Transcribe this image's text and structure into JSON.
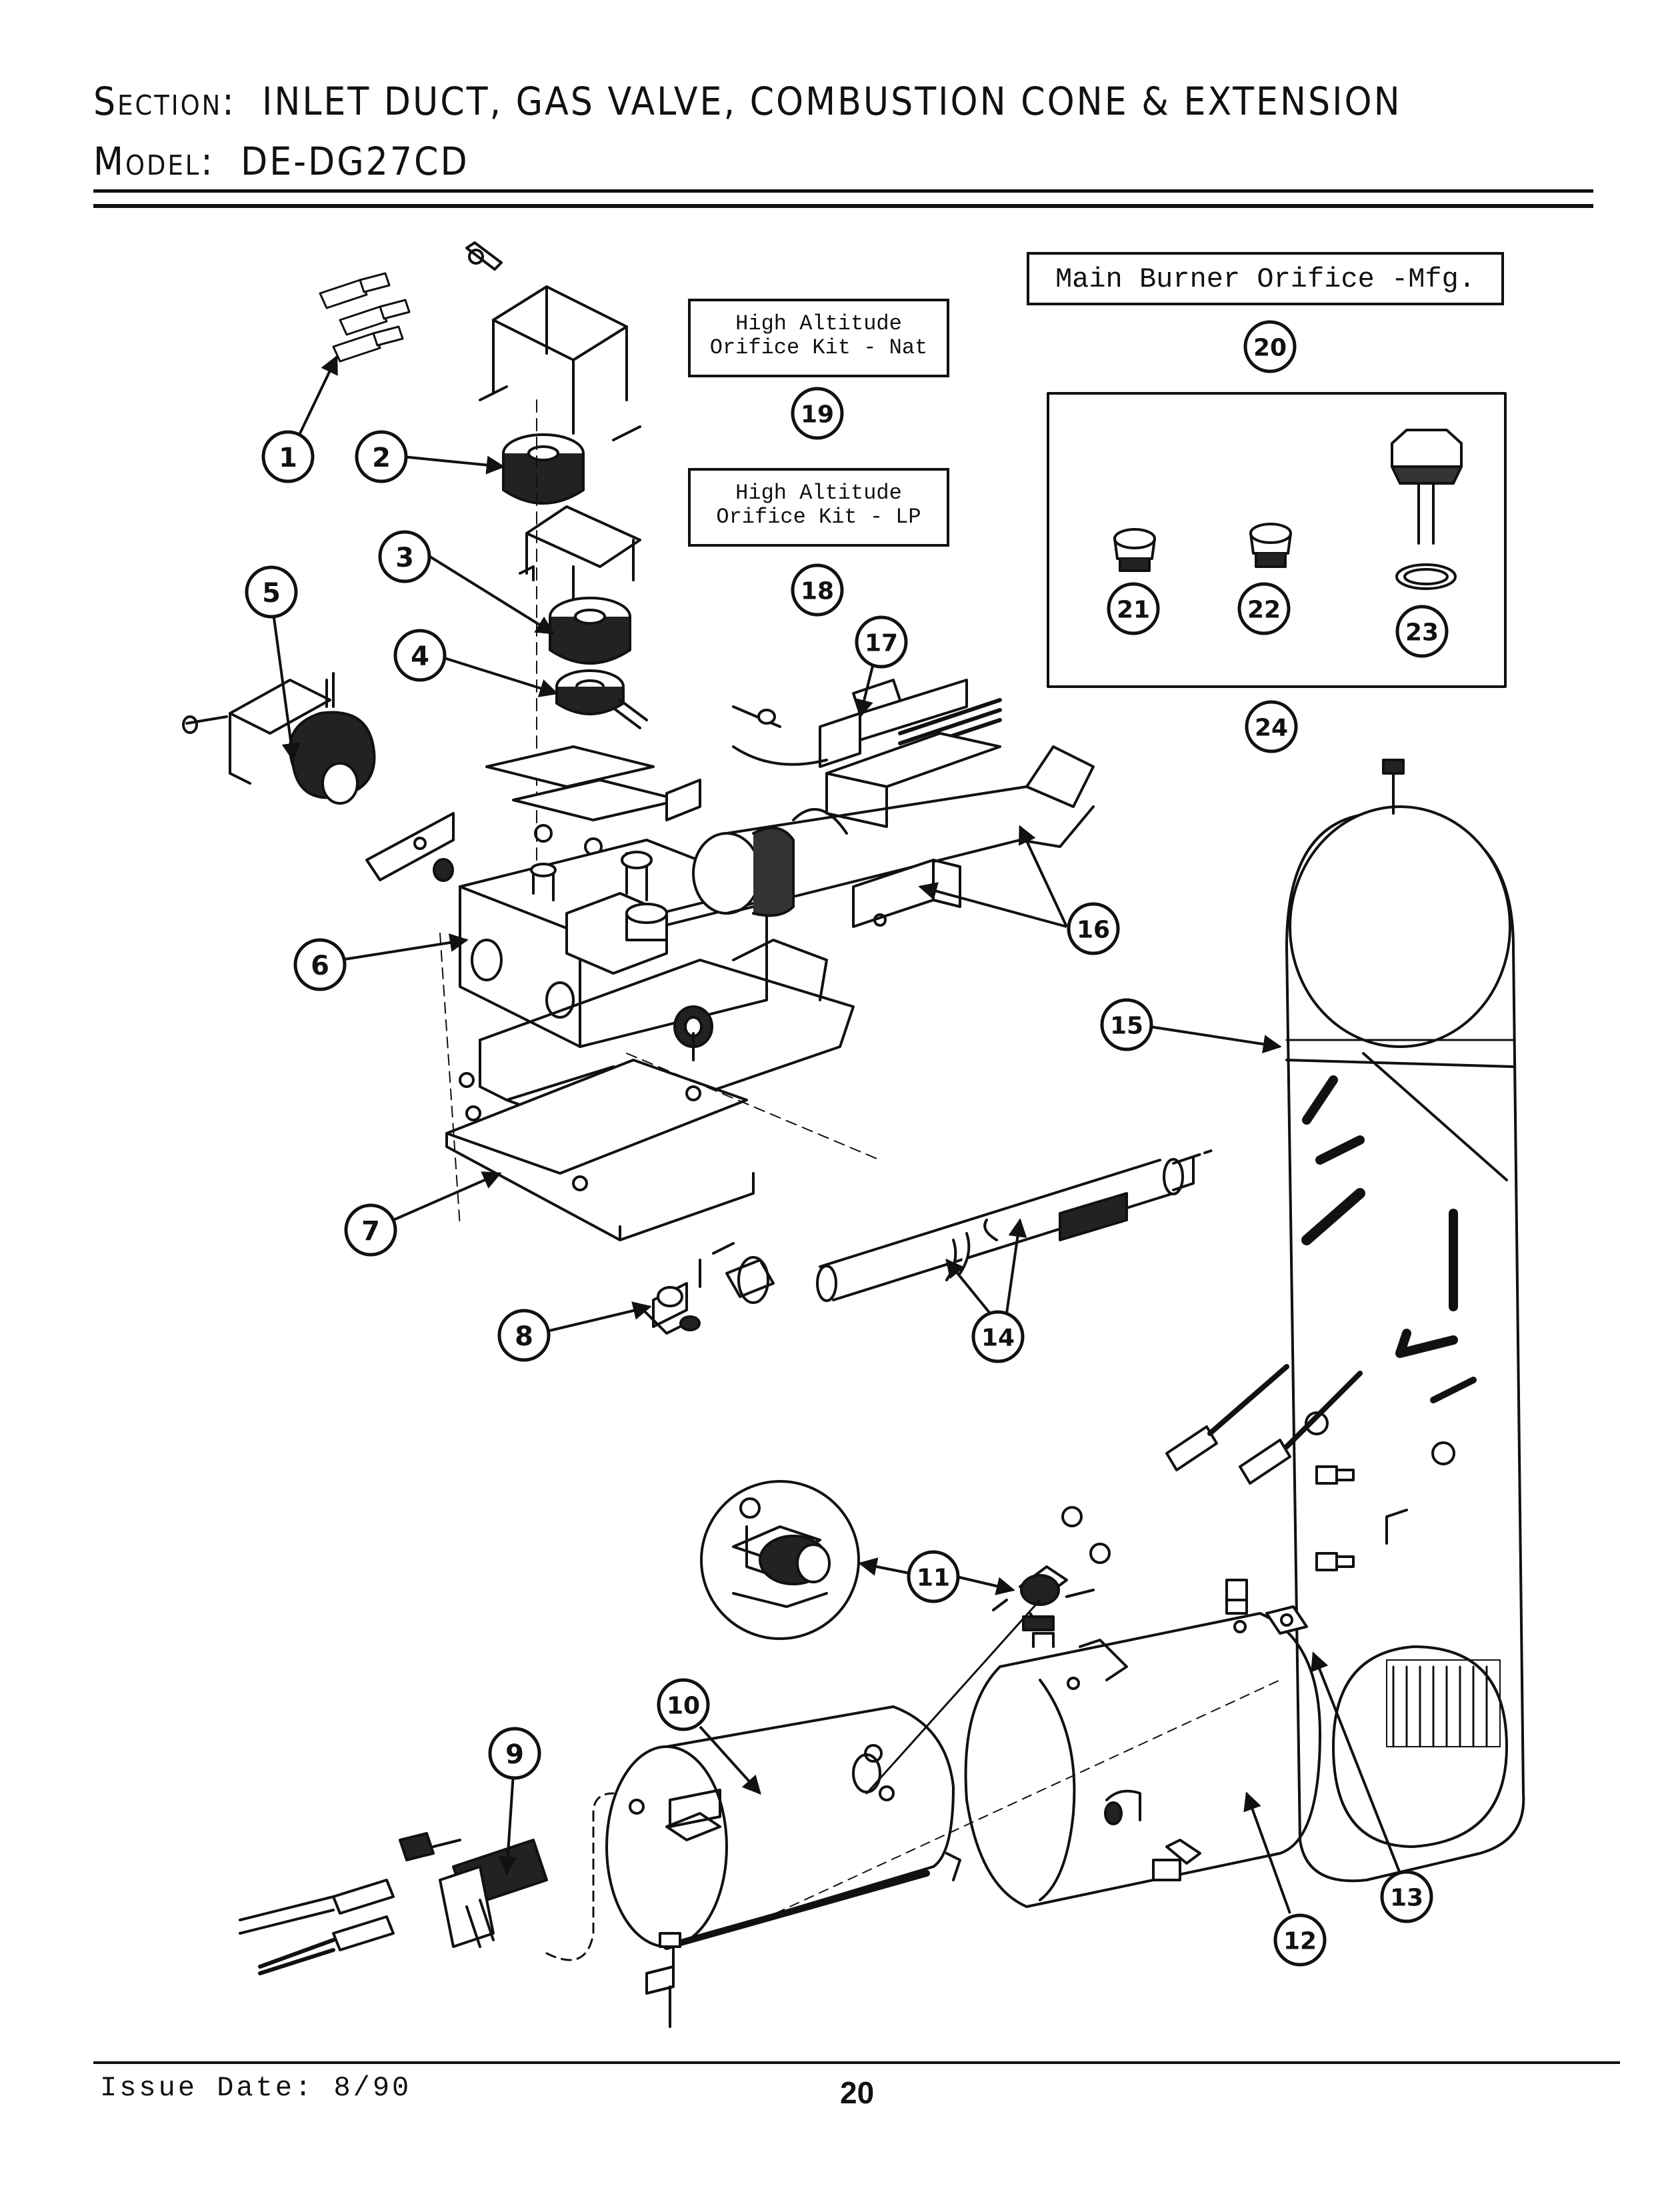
{
  "header": {
    "section_label": "Section:",
    "section_value": "INLET DUCT, GAS VALVE, COMBUSTION CONE & EXTENSION",
    "model_label": "Model:",
    "model_value": "DE-DG27CD"
  },
  "boxes": {
    "main_burner": "Main Burner Orifice -Mfg.",
    "high_alt_nat_line1": "High Altitude",
    "high_alt_nat_line2": "Orifice Kit - Nat",
    "high_alt_lp_line1": "High Altitude",
    "high_alt_lp_line2": "Orifice Kit - LP"
  },
  "callouts": [
    "1",
    "2",
    "3",
    "4",
    "5",
    "6",
    "7",
    "8",
    "9",
    "10",
    "11",
    "12",
    "13",
    "14",
    "15",
    "16",
    "17",
    "18",
    "19",
    "20",
    "21",
    "22",
    "23",
    "24"
  ],
  "footer": {
    "issue_date": "Issue Date: 8/90",
    "page_number": "20"
  },
  "colors": {
    "ink": "#111111",
    "paper": "#ffffff"
  }
}
